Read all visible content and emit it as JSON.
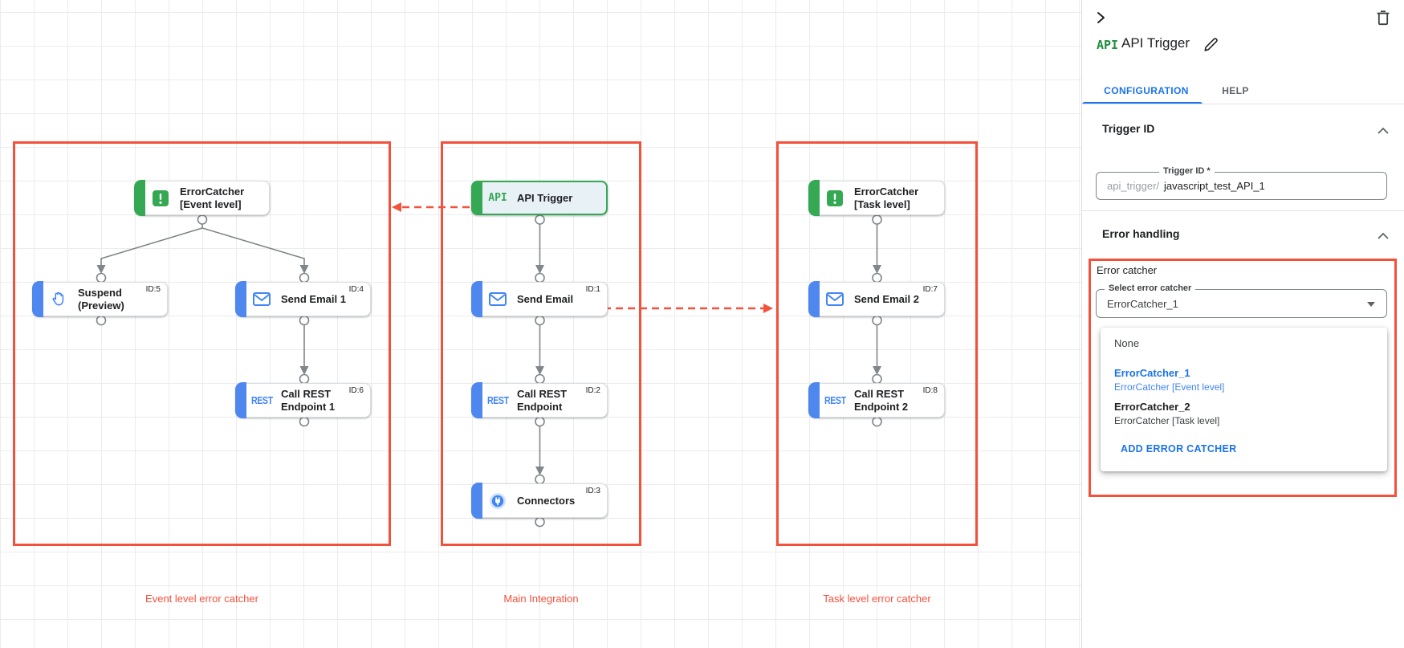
{
  "canvas": {
    "group_labels": [
      "Event level error catcher",
      "Main Integration",
      "Task level error catcher"
    ],
    "rest_icon_label": "REST",
    "api_icon_label": "API",
    "nodes": {
      "error_catcher_event": {
        "label": "ErrorCatcher [Event level]"
      },
      "suspend": {
        "label": "Suspend (Preview)",
        "id_label": "ID:5"
      },
      "send_email_1": {
        "label": "Send Email 1",
        "id_label": "ID:4"
      },
      "call_rest_1": {
        "label": "Call REST Endpoint 1",
        "id_label": "ID:6"
      },
      "api_trigger": {
        "label": "API Trigger"
      },
      "send_email": {
        "label": "Send Email",
        "id_label": "ID:1"
      },
      "call_rest": {
        "label": "Call REST Endpoint",
        "id_label": "ID:2"
      },
      "connectors": {
        "label": "Connectors",
        "id_label": "ID:3"
      },
      "error_catcher_task": {
        "label": "ErrorCatcher [Task level]"
      },
      "send_email_2": {
        "label": "Send Email 2",
        "id_label": "ID:7"
      },
      "call_rest_2": {
        "label": "Call REST Endpoint 2",
        "id_label": "ID:8"
      }
    }
  },
  "panel": {
    "logo_text": "API",
    "title": "API Trigger",
    "tabs": {
      "configuration": "CONFIGURATION",
      "help": "HELP"
    },
    "trigger_id": {
      "header": "Trigger ID",
      "field_label": "Trigger ID *",
      "prefix": "api_trigger/",
      "value": "javascript_test_API_1"
    },
    "error_handling": {
      "header": "Error handling",
      "group_label": "Error catcher",
      "select_label": "Select error catcher",
      "select_value": "ErrorCatcher_1",
      "menu": {
        "none": "None",
        "ec1_label": "ErrorCatcher_1",
        "ec1_sub": "ErrorCatcher [Event level]",
        "ec2_label": "ErrorCatcher_2",
        "ec2_sub": "ErrorCatcher [Task level]",
        "add_label": "ADD ERROR CATCHER"
      }
    }
  },
  "colors": {
    "highlight_red": "#f4513d",
    "node_green": "#34a853",
    "task_blue": "#4285f4",
    "link_blue": "#1a73e8",
    "edge_gray": "#80868b"
  }
}
